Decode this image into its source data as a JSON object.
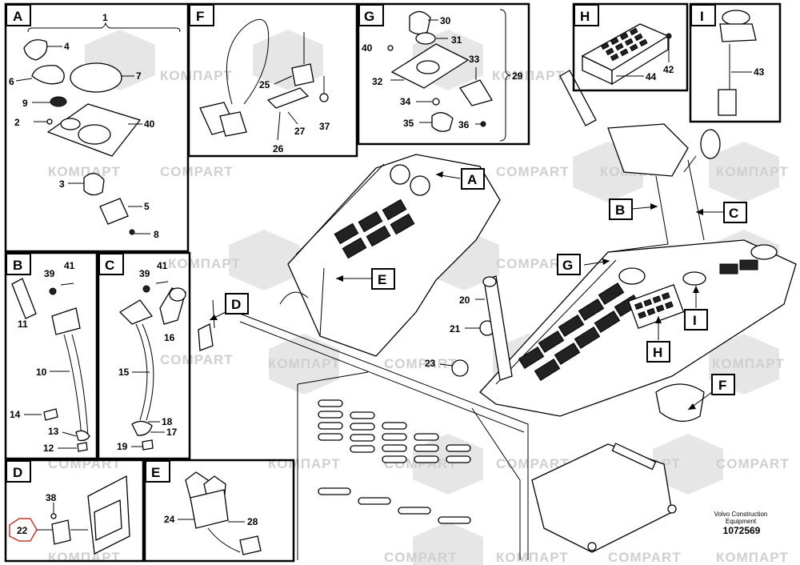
{
  "watermark": [
    "КОМПАРТ",
    "COMPART"
  ],
  "panels": {
    "A": {
      "label": "A",
      "callouts": [
        "1",
        "4",
        "6",
        "7",
        "9",
        "40",
        "2",
        "3",
        "5",
        "8"
      ]
    },
    "B": {
      "label": "B",
      "callouts": [
        "41",
        "39",
        "11",
        "10",
        "14",
        "13",
        "12"
      ]
    },
    "C": {
      "label": "C",
      "callouts": [
        "41",
        "39",
        "16",
        "15",
        "18",
        "17",
        "19"
      ]
    },
    "D": {
      "label": "D",
      "callouts": [
        "38",
        "22"
      ]
    },
    "E": {
      "label": "E",
      "callouts": [
        "24",
        "28"
      ]
    },
    "F": {
      "label": "F",
      "callouts": [
        "25",
        "27",
        "26",
        "37"
      ]
    },
    "G": {
      "label": "G",
      "callouts": [
        "30",
        "31",
        "40",
        "32",
        "33",
        "34",
        "35",
        "36",
        "29"
      ]
    },
    "H": {
      "label": "H",
      "callouts": [
        "44",
        "42"
      ]
    },
    "I": {
      "label": "I",
      "callouts": [
        "43"
      ]
    }
  },
  "main_view": {
    "pointers": [
      "A",
      "B",
      "C",
      "D",
      "E",
      "F",
      "G",
      "H",
      "I"
    ],
    "callouts": [
      "20",
      "21",
      "23"
    ]
  },
  "footer": {
    "brand_line1": "Volvo Construction",
    "brand_line2": "Equipment",
    "drawing_number": "1072569"
  }
}
